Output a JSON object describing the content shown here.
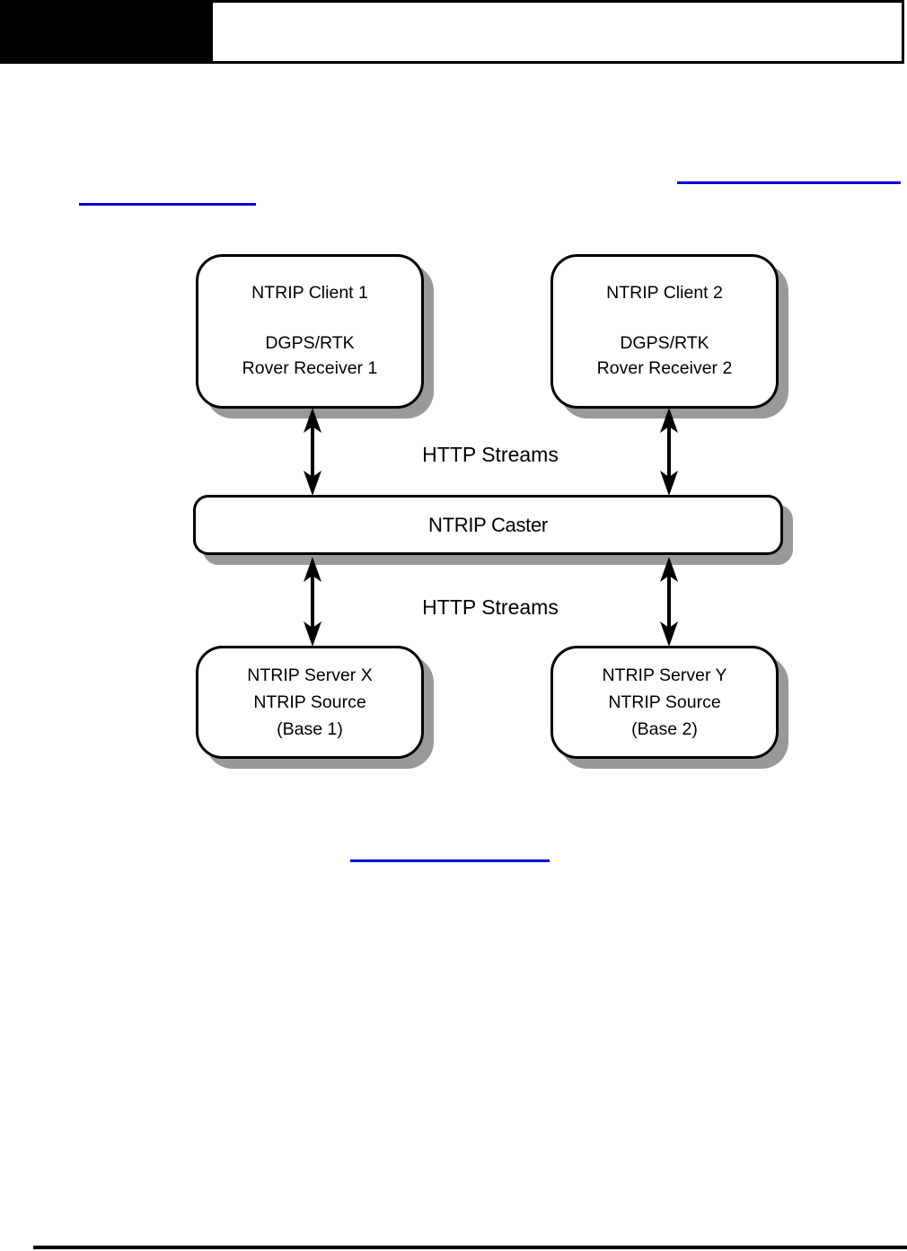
{
  "colors": {
    "link_underline": "#0000DD",
    "node_border": "#000000",
    "node_shadow": "#999999",
    "header_block": "#000000"
  },
  "diagram": {
    "nodes": {
      "client1": {
        "title": "NTRIP Client 1",
        "line2": "DGPS/RTK",
        "line3": "Rover Receiver 1"
      },
      "client2": {
        "title": "NTRIP Client 2",
        "line2": "DGPS/RTK",
        "line3": "Rover Receiver 2"
      },
      "caster": {
        "title": "NTRIP Caster"
      },
      "serverX": {
        "title": "NTRIP Server X",
        "line2": "NTRIP Source",
        "line3": "(Base 1)"
      },
      "serverY": {
        "title": "NTRIP Server Y",
        "line2": "NTRIP Source",
        "line3": "(Base 2)"
      }
    },
    "labels": {
      "http_streams_top": "HTTP Streams",
      "http_streams_bottom": "HTTP Streams"
    }
  }
}
